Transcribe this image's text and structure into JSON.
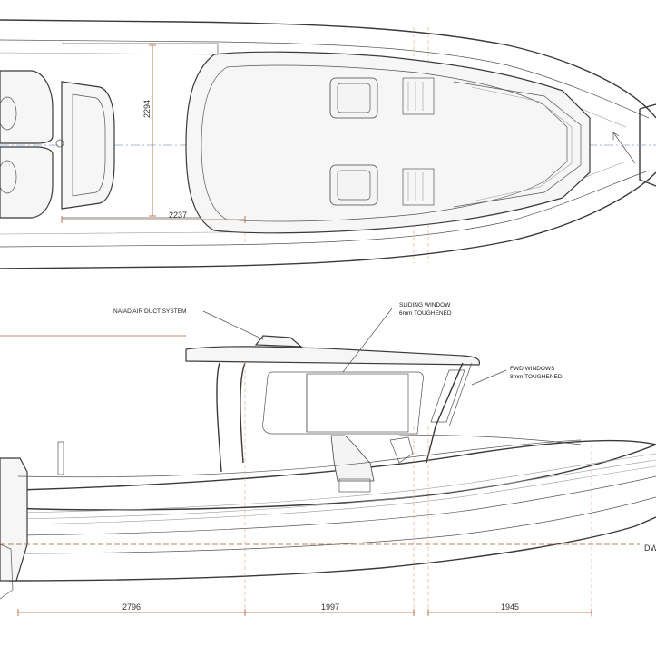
{
  "plan_view": {
    "dimensions": {
      "cockpit_width": "2294",
      "cockpit_length": "2237"
    }
  },
  "profile_view": {
    "annotations": {
      "air_duct": "NAIAD AIR DUCT SYSTEM",
      "sliding_window_line1": "SLIDING WINDOW",
      "sliding_window_line2": "6mm TOUGHENED",
      "fwd_windows_line1": "FWD WINDOWS",
      "fwd_windows_line2": "8mm TOUGHENED",
      "waterline": "DW"
    },
    "dimensions": {
      "aft_section": "2796",
      "mid_section": "1997",
      "fwd_section": "1945"
    }
  },
  "colors": {
    "hull_line": "#3a3a3a",
    "dimension_line": "#b0552a",
    "centerline": "#8aa0d0"
  }
}
